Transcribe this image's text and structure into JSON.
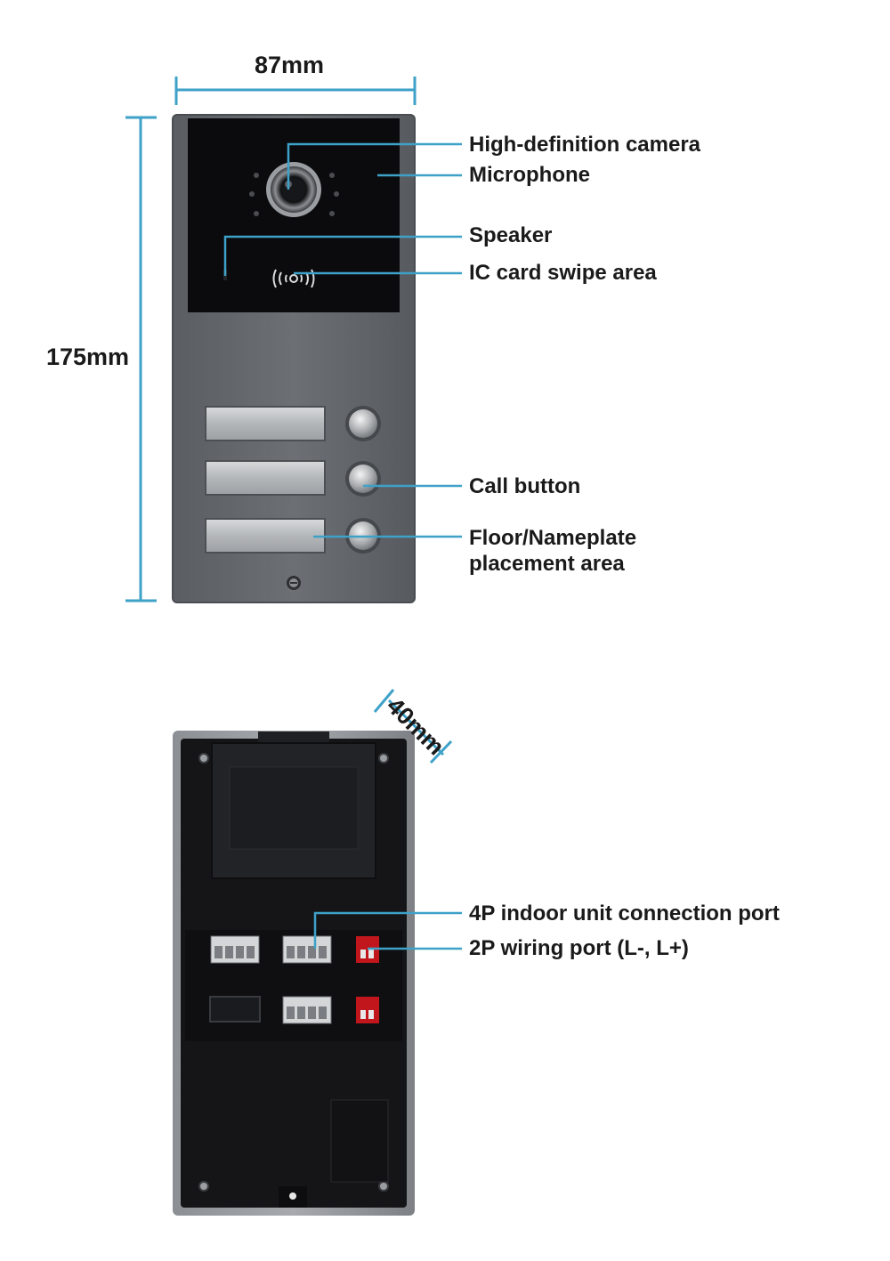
{
  "dimensions": {
    "width": "87mm",
    "height": "175mm",
    "depth": "40mm"
  },
  "front_callouts": {
    "camera": "High-definition camera",
    "microphone": "Microphone",
    "speaker": "Speaker",
    "ic_card": "IC card swipe area",
    "call_button": "Call button",
    "nameplate_line1": "Floor/Nameplate",
    "nameplate_line2": "placement area"
  },
  "back_callouts": {
    "port_4p": "4P indoor unit connection port",
    "port_2p": "2P wiring port (L-, L+)"
  },
  "colors": {
    "callout_line": "#3ea1c8",
    "panel_grey": "#65696e",
    "camera_black": "#0b0b0d",
    "back_black": "#151517",
    "terminal_red": "#c0161c"
  }
}
